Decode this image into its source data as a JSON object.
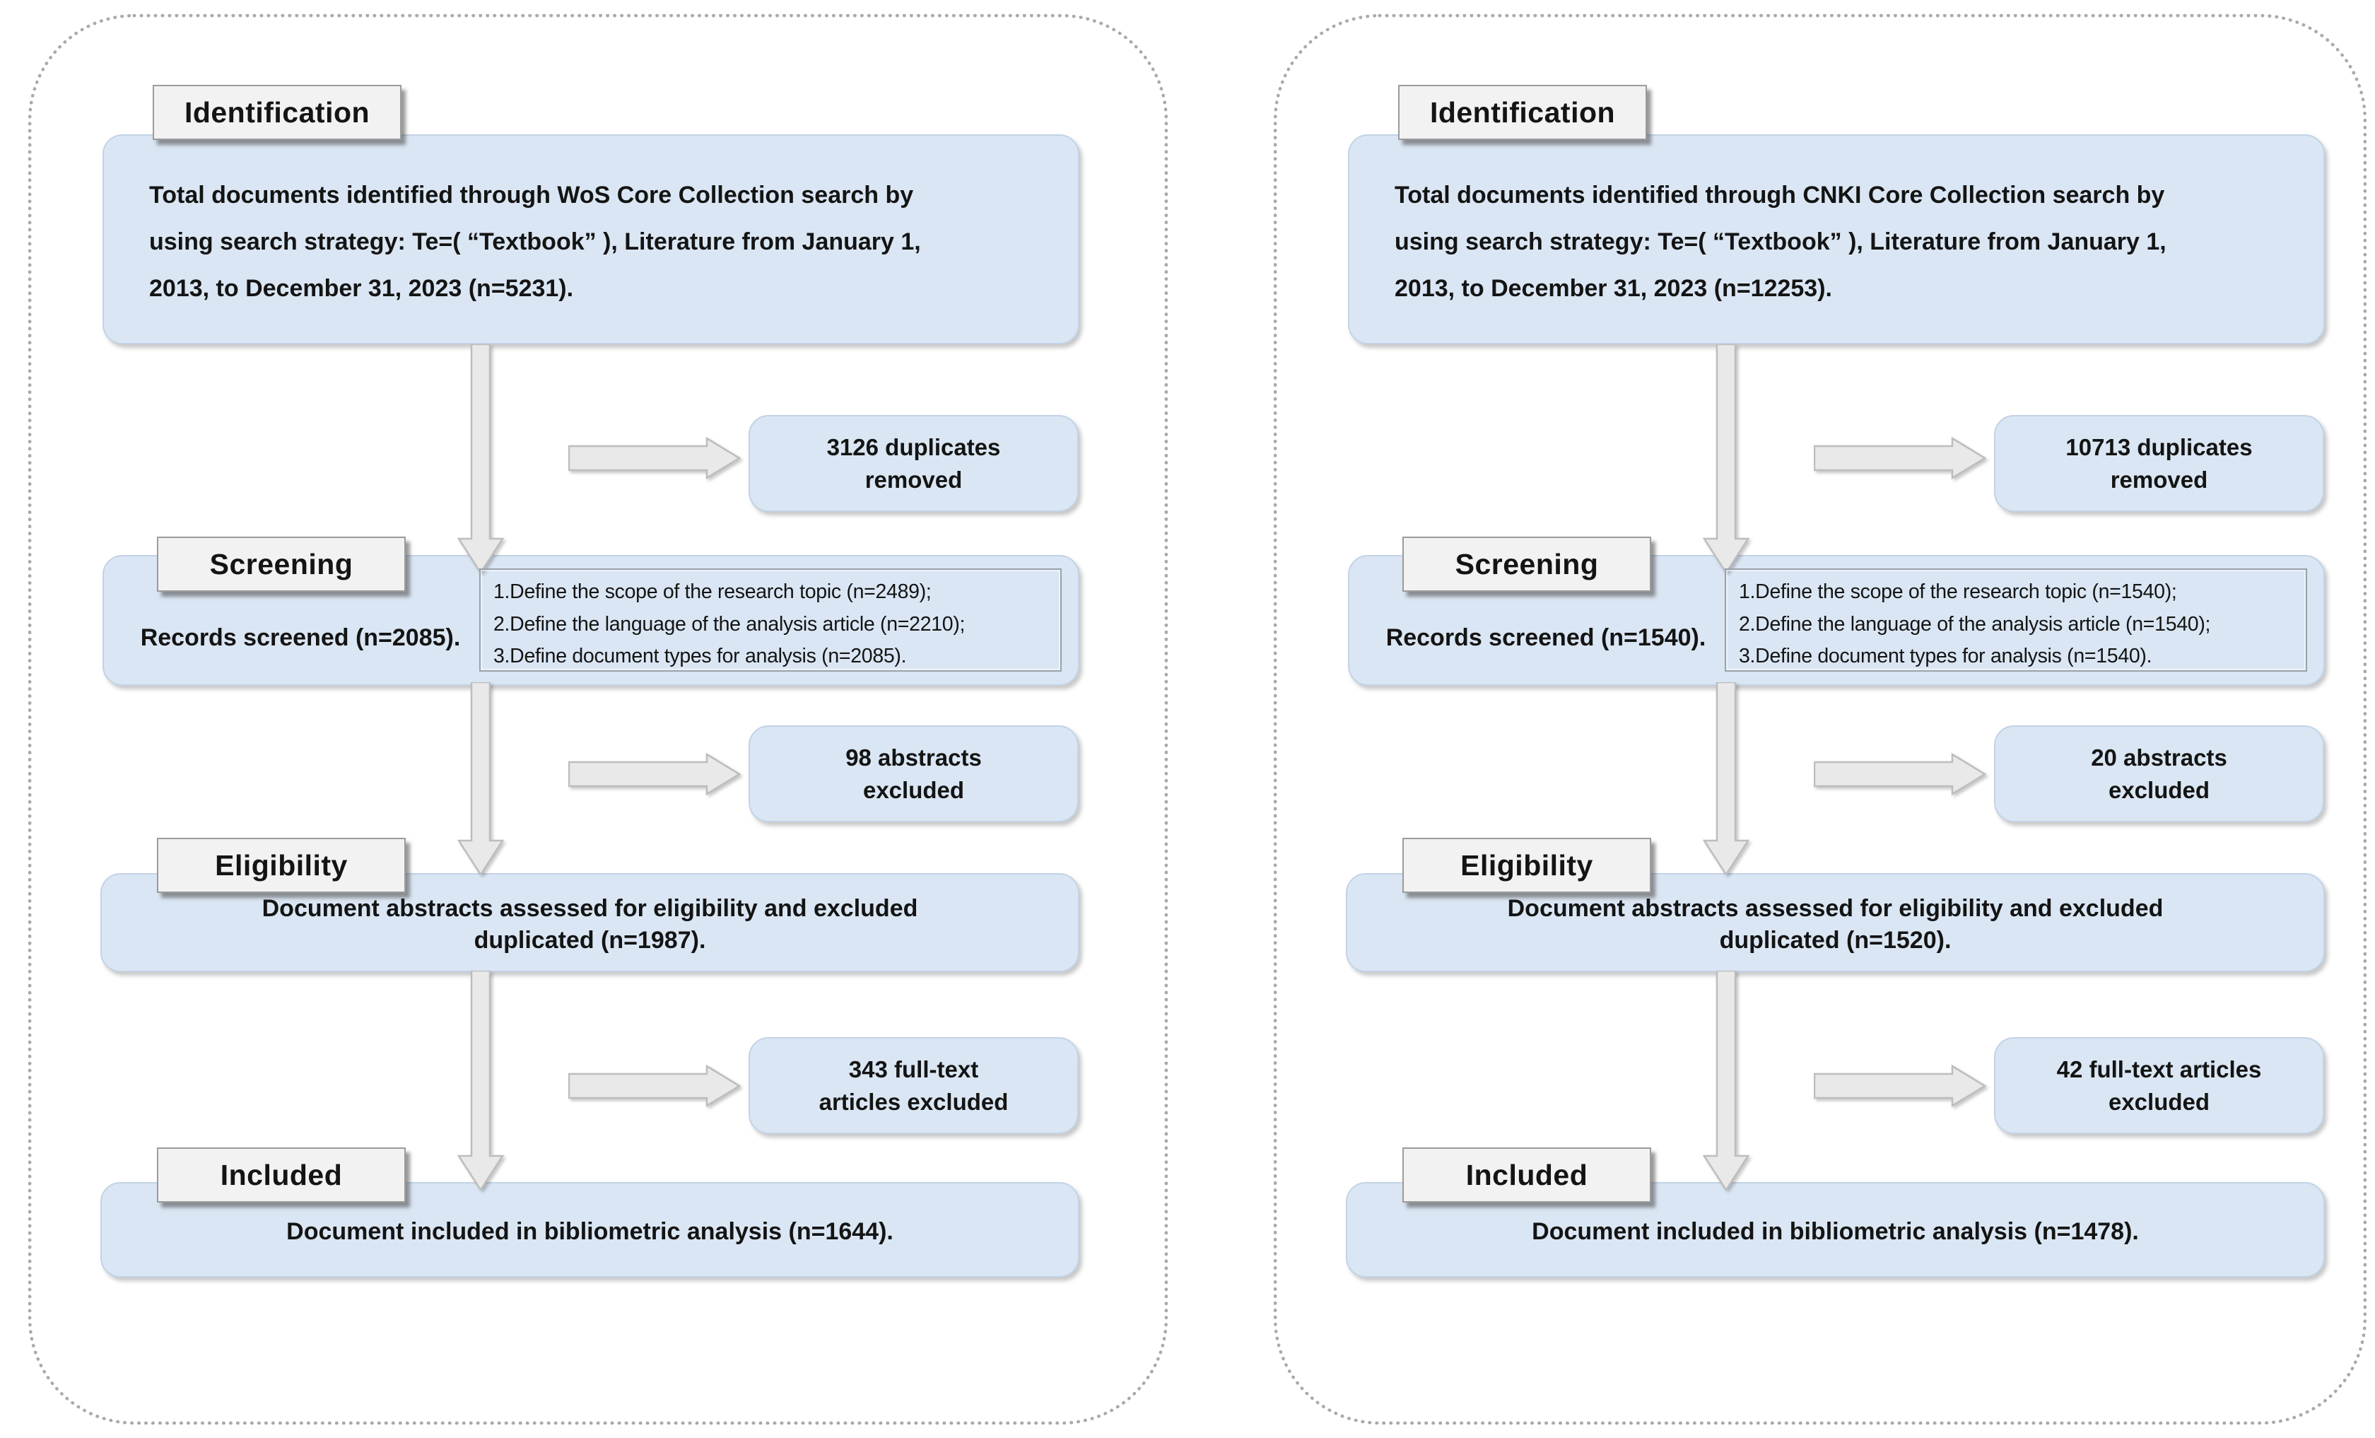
{
  "figure": {
    "description": "PRISMA-style document screening flow diagram, two database panels",
    "colors": {
      "box_fill": "#dae6f3",
      "box_border": "#c3d3e6",
      "label_fill": "#f2f2f2",
      "label_border": "#9b9b9b",
      "arrow_fill": "#e9e9e9",
      "arrow_stroke": "#bdbdbd",
      "dotted_border": "#a9a9a9",
      "text": "#141414"
    },
    "panels": [
      {
        "name": "wos",
        "identification": {
          "label": "Identification",
          "lines": [
            "Total documents identified through WoS Core Collection search by",
            "using search strategy: Te=( “Textbook” ), Literature from January 1,",
            "2013, to December 31, 2023 (n=5231)."
          ]
        },
        "duplicates": {
          "lines": [
            "3126 duplicates",
            "removed"
          ]
        },
        "screening": {
          "label": "Screening",
          "records": "Records screened (n=2085).",
          "criteria": [
            "1.Define the scope of the research topic (n=2489);",
            "2.Define the language of the analysis article (n=2210);",
            "3.Define document types for analysis (n=2085)."
          ]
        },
        "abstracts": {
          "lines": [
            "98 abstracts",
            "excluded"
          ]
        },
        "eligibility": {
          "label": "Eligibility",
          "lines": [
            "Document abstracts assessed for eligibility and excluded",
            "duplicated (n=1987)."
          ]
        },
        "fulltext": {
          "lines": [
            "343 full-text",
            "articles excluded"
          ]
        },
        "included": {
          "label": "Included",
          "text": "Document included in bibliometric analysis (n=1644)."
        }
      },
      {
        "name": "cnki",
        "identification": {
          "label": "Identification",
          "lines": [
            "Total documents identified through CNKI Core Collection search by",
            "using search strategy: Te=( “Textbook” ), Literature from January 1,",
            "2013, to December 31, 2023 (n=12253)."
          ]
        },
        "duplicates": {
          "lines": [
            "10713 duplicates",
            "removed"
          ]
        },
        "screening": {
          "label": "Screening",
          "records": "Records screened (n=1540).",
          "criteria": [
            "1.Define the scope of the research topic (n=1540);",
            "2.Define the language of the analysis article (n=1540);",
            "3.Define document types for analysis (n=1540)."
          ]
        },
        "abstracts": {
          "lines": [
            "20 abstracts",
            "excluded"
          ]
        },
        "eligibility": {
          "label": "Eligibility",
          "lines": [
            "Document abstracts assessed for eligibility and excluded",
            "duplicated (n=1520)."
          ]
        },
        "fulltext": {
          "lines": [
            "42 full-text articles",
            "excluded"
          ]
        },
        "included": {
          "label": "Included",
          "text": "Document included in bibliometric analysis (n=1478)."
        }
      }
    ]
  }
}
